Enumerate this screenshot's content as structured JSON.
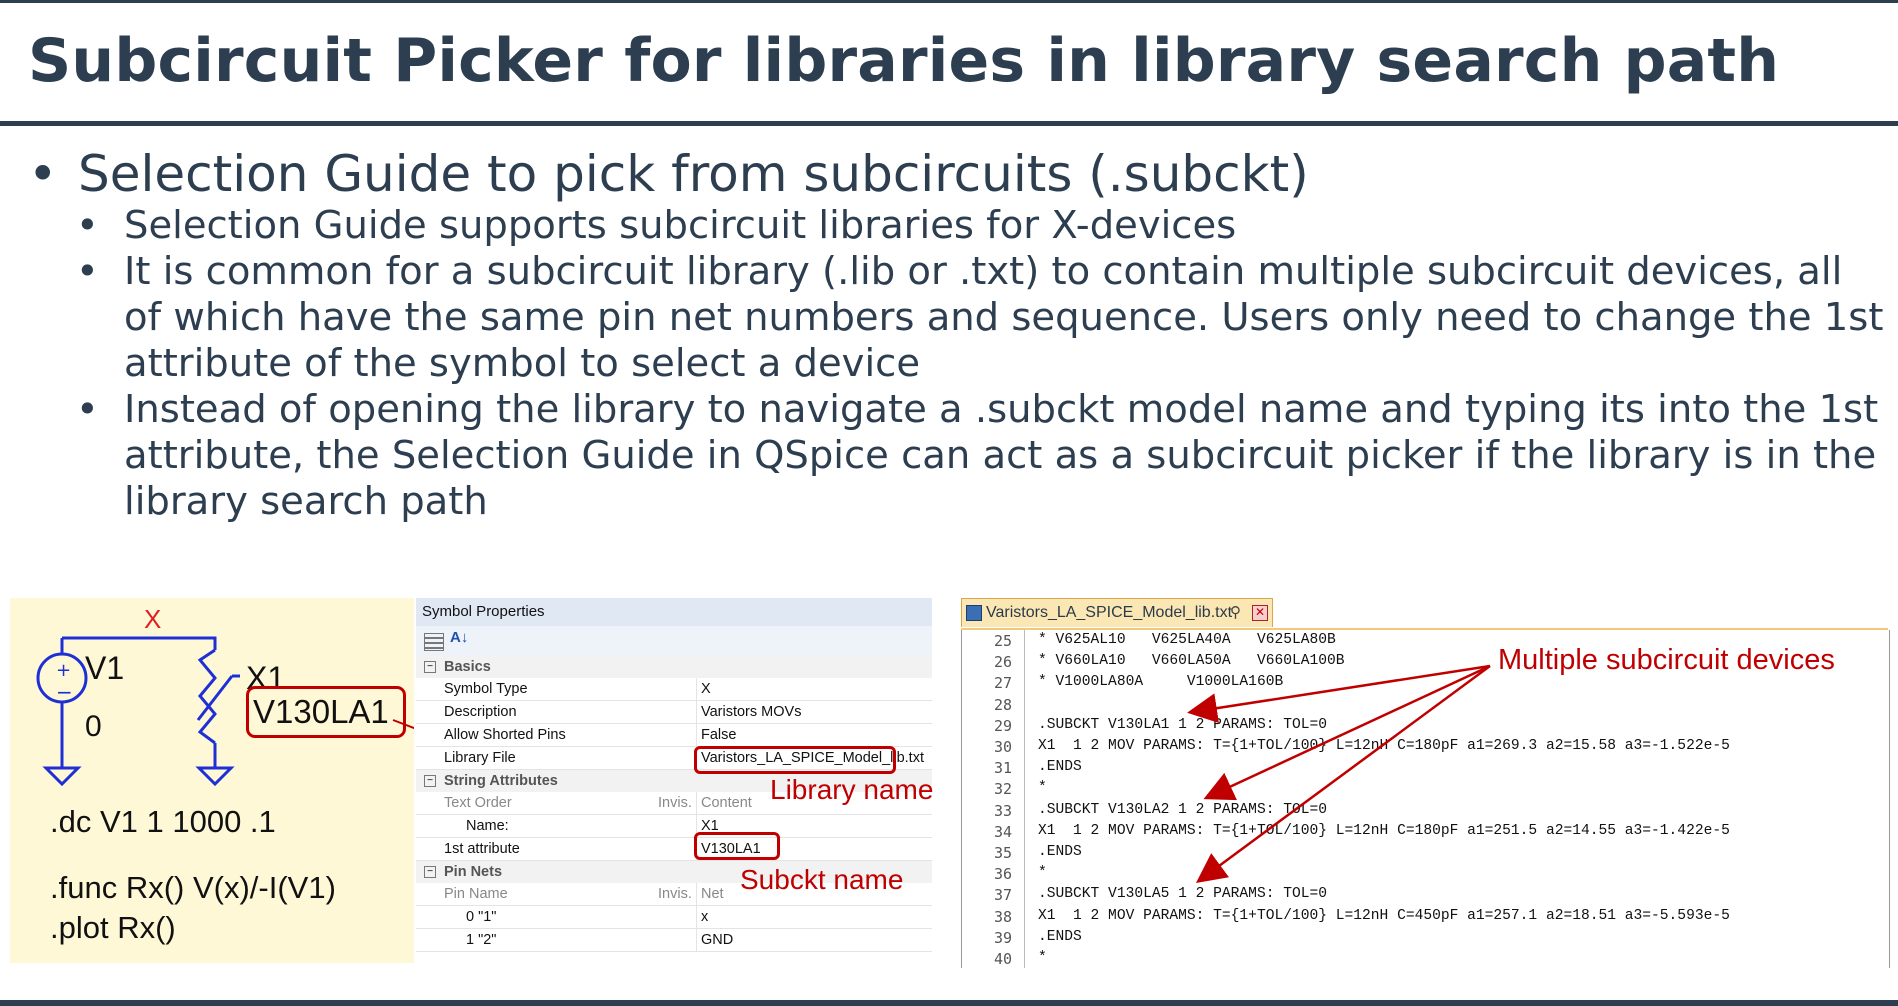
{
  "slide": {
    "title": "Subcircuit Picker for libraries in library search path",
    "bullets": [
      {
        "text": "Selection Guide to pick from subcircuits (.subckt)",
        "level": 1
      },
      {
        "text": "Selection Guide supports subcircuit libraries for X-devices",
        "level": 2
      },
      {
        "text": "It is common for a subcircuit library (.lib or .txt) to contain multiple subcircuit devices, all of which have the same pin net numbers and sequence. Users only need to change the 1st attribute of the symbol to select a device",
        "level": 2
      },
      {
        "text": "Instead of opening the library to navigate a .subckt model name and typing its into the 1st attribute, the Selection Guide in QSpice can act as a subcircuit picker if the library is in the library search path",
        "level": 2
      }
    ],
    "bullet_glyph": "•"
  },
  "schematic": {
    "net_label": "X",
    "source_name": "V1",
    "ground_label": "0",
    "device_name": "X1",
    "device_attribute": "V130LA1",
    "directives": [
      ".dc V1 1 1000 .1",
      ".func Rx() V(x)/-I(V1)",
      ".plot Rx()"
    ],
    "colors": {
      "wire": "#1f2fd6",
      "net_label": "#e02020",
      "background": "#fff8d6",
      "highlight": "#c00000"
    }
  },
  "symbol_properties": {
    "title": "Symbol Properties",
    "toolbar": [
      "categorized-icon",
      "alphabetical-sort-icon"
    ],
    "categories": {
      "basics": "Basics",
      "string_attributes": "String Attributes",
      "pin_nets": "Pin Nets"
    },
    "basics": [
      {
        "key": "Symbol Type",
        "value": "X"
      },
      {
        "key": "Description",
        "value": "Varistors MOVs"
      },
      {
        "key": "Allow Shorted Pins",
        "value": "False"
      },
      {
        "key": "Library File",
        "value": "Varistors_LA_SPICE_Model_lib.txt"
      }
    ],
    "string_header": {
      "key": "Text Order",
      "mid": "Invis.",
      "value": "Content"
    },
    "string_rows": [
      {
        "key": "Name:",
        "value": "X1"
      },
      {
        "key": "1st attribute",
        "value": "V130LA1"
      }
    ],
    "pin_header": {
      "key": "Pin Name",
      "mid": "Invis.",
      "value": "Net"
    },
    "pin_rows": [
      {
        "key": "0 \"1\"",
        "value": "x"
      },
      {
        "key": "1 \"2\"",
        "value": "GND"
      }
    ],
    "annotations": {
      "library": "Library name",
      "subckt": "Subckt name"
    }
  },
  "editor": {
    "tab_title": "Varistors_LA_SPICE_Model_lib.txt",
    "tab_icons": [
      "save-icon",
      "pin-icon",
      "close-icon"
    ],
    "lines": [
      {
        "n": "25",
        "text": "* V625AL10   V625LA40A   V625LA80B"
      },
      {
        "n": "26",
        "text": "* V660LA10   V660LA50A   V660LA100B"
      },
      {
        "n": "27",
        "text": "* V1000LA80A     V1000LA160B"
      },
      {
        "n": "28",
        "text": ""
      },
      {
        "n": "29",
        "text": ".SUBCKT V130LA1 1 2 PARAMS: TOL=0"
      },
      {
        "n": "30",
        "text": "X1  1 2 MOV PARAMS: T={1+TOL/100} L=12nH C=180pF a1=269.3 a2=15.58 a3=-1.522e-5"
      },
      {
        "n": "31",
        "text": ".ENDS"
      },
      {
        "n": "32",
        "text": "*"
      },
      {
        "n": "33",
        "text": ".SUBCKT V130LA2 1 2 PARAMS: TOL=0"
      },
      {
        "n": "34",
        "text": "X1  1 2 MOV PARAMS: T={1+TOL/100} L=12nH C=180pF a1=251.5 a2=14.55 a3=-1.422e-5"
      },
      {
        "n": "35",
        "text": ".ENDS"
      },
      {
        "n": "36",
        "text": "*"
      },
      {
        "n": "37",
        "text": ".SUBCKT V130LA5 1 2 PARAMS: TOL=0"
      },
      {
        "n": "38",
        "text": "X1  1 2 MOV PARAMS: T={1+TOL/100} L=12nH C=450pF a1=257.1 a2=18.51 a3=-5.593e-5"
      },
      {
        "n": "39",
        "text": ".ENDS"
      },
      {
        "n": "40",
        "text": "*"
      }
    ],
    "annotation": "Multiple subcircuit devices"
  }
}
